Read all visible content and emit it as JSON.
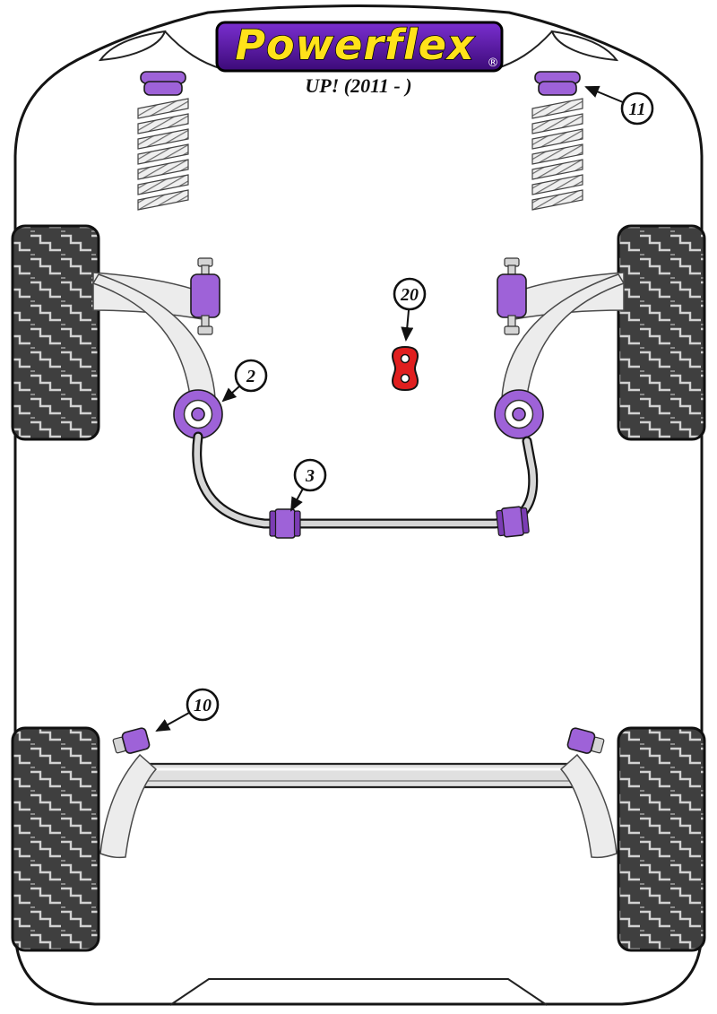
{
  "header": {
    "brand": "Powerflex",
    "registered": "®",
    "model": "UP! (2011 - )"
  },
  "callouts": [
    {
      "number": "11"
    },
    {
      "number": "2"
    },
    {
      "number": "20"
    },
    {
      "number": "3"
    },
    {
      "number": "10"
    }
  ],
  "colors": {
    "bushing_purple": "#9e62d8",
    "bushing_purple_dark": "#7b3cb4",
    "logo_purple_light": "#7a2fd0",
    "logo_purple_dark": "#3c0a78",
    "logo_yellow": "#ffe21a",
    "part_red": "#e01f1f",
    "tyre_dark": "#3f3f3f",
    "line_black": "#141414"
  }
}
